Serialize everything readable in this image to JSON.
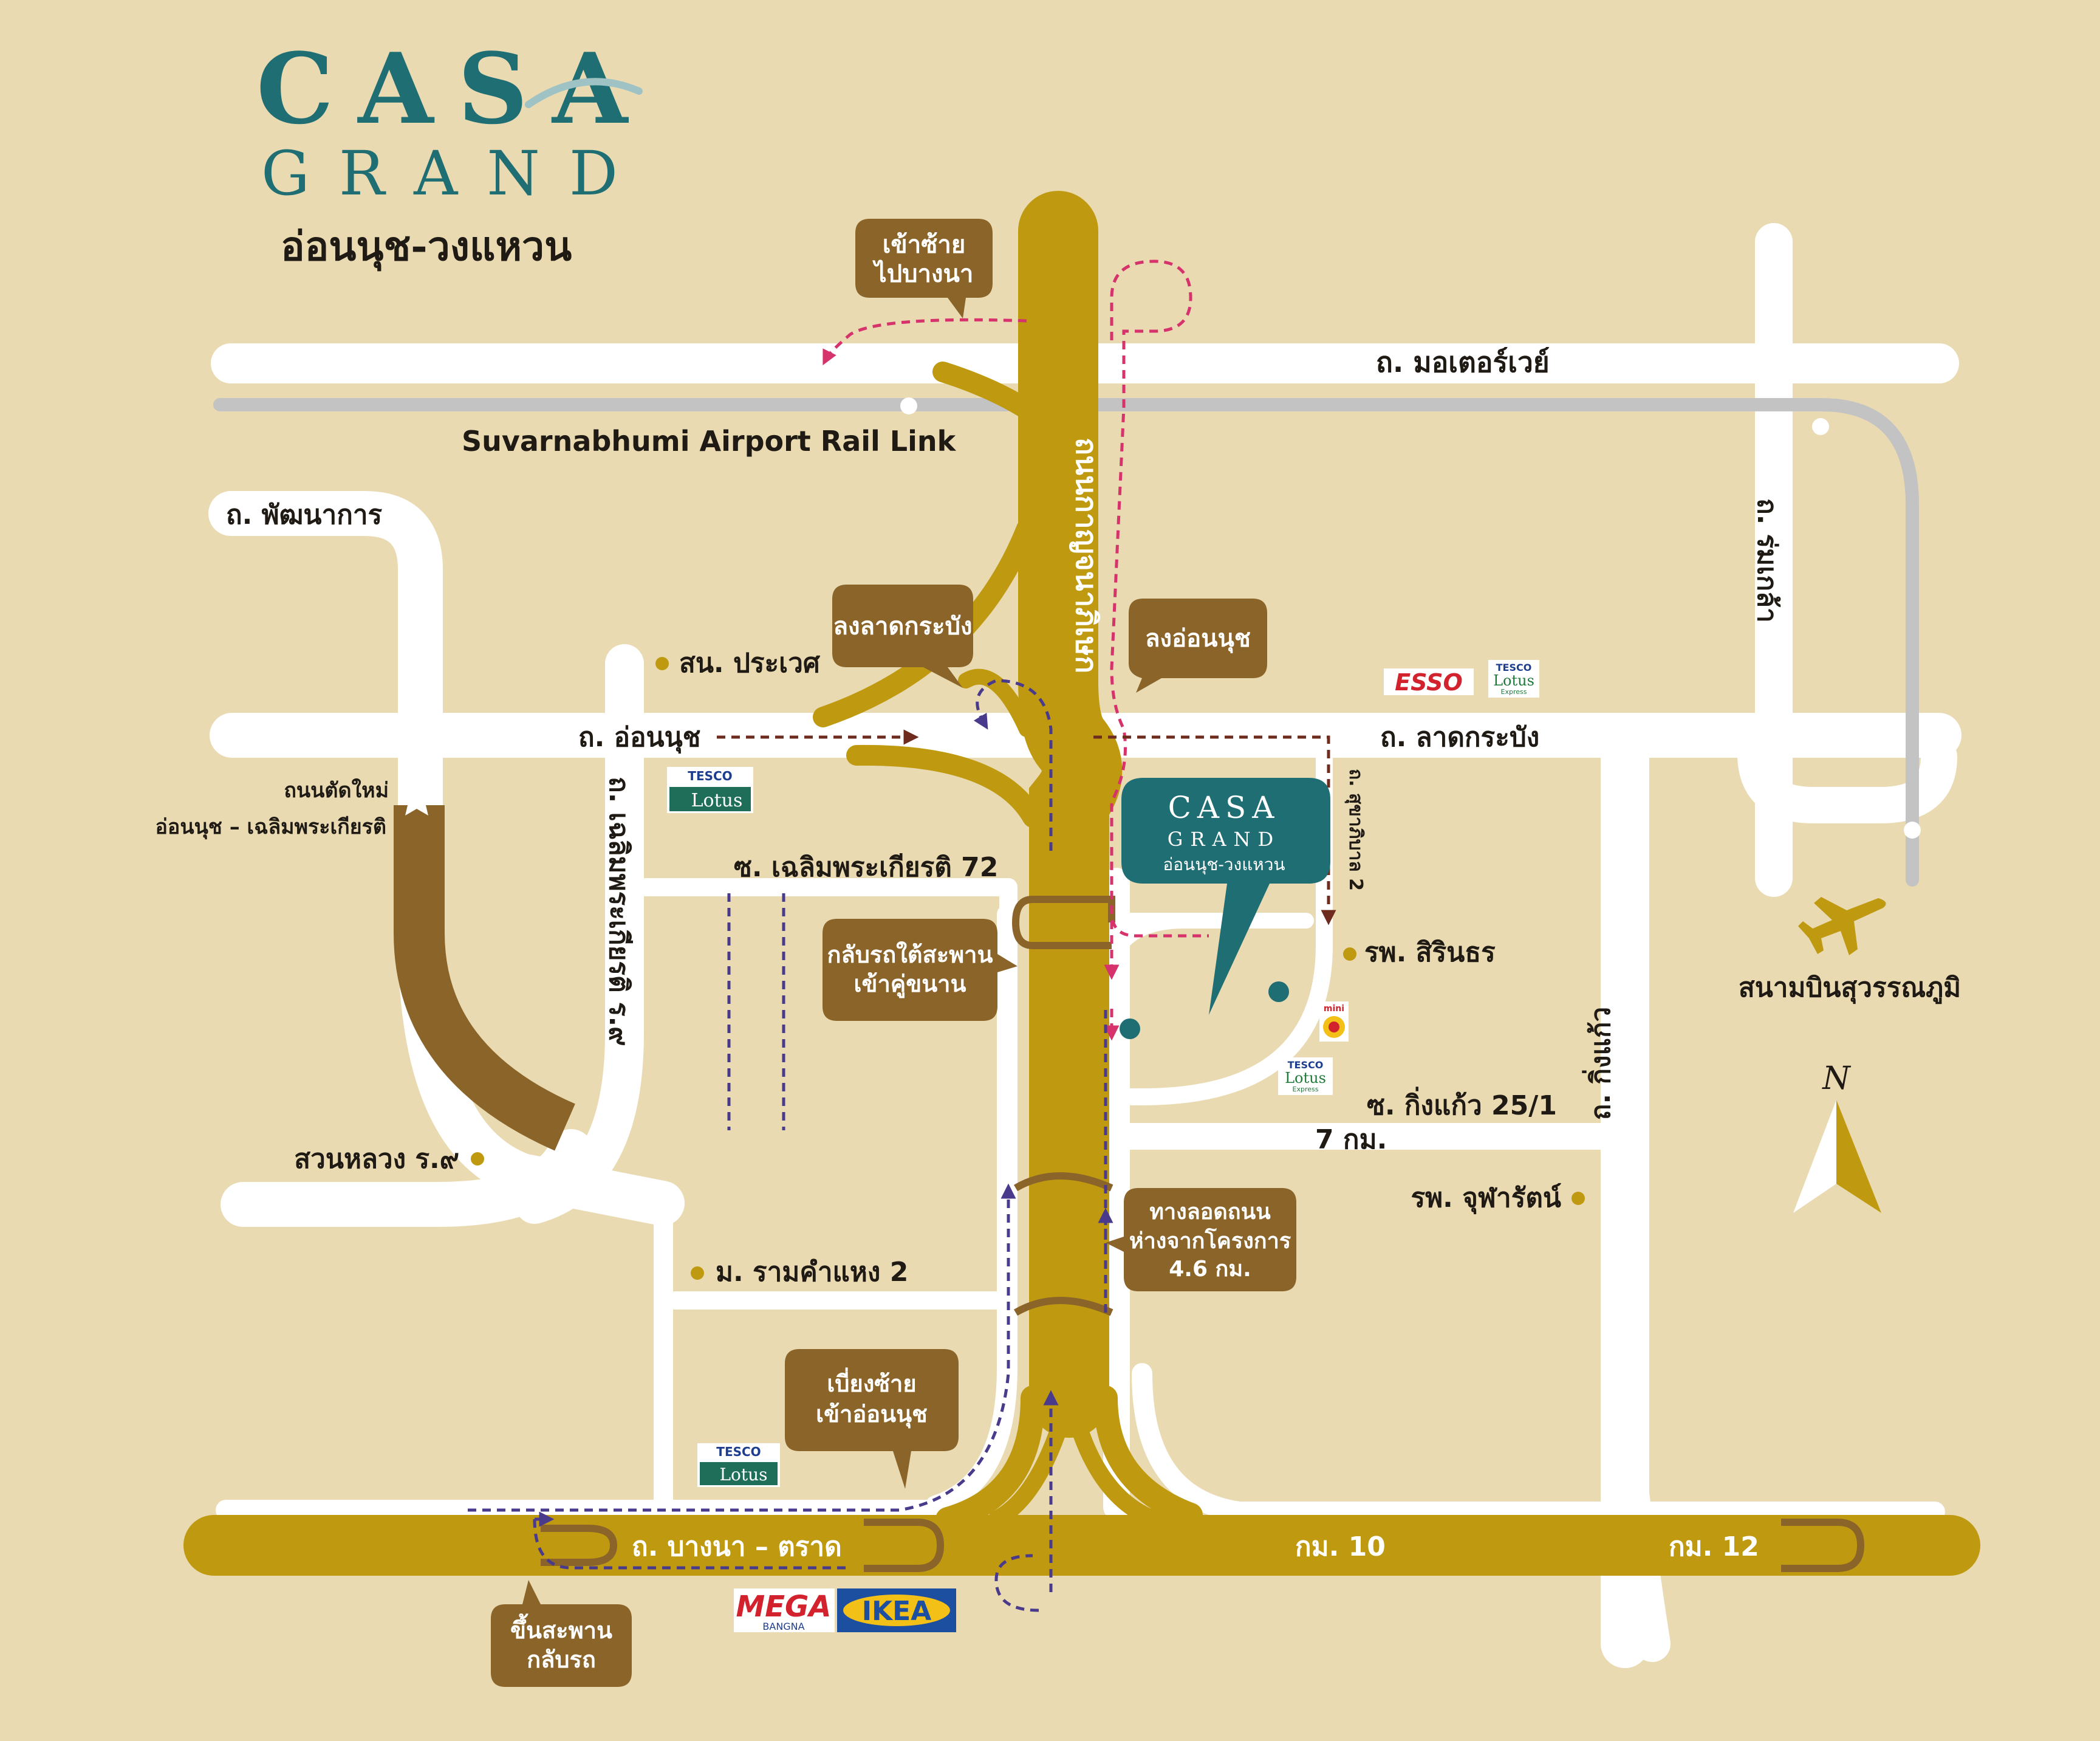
{
  "logo": {
    "brand_top": "CASA",
    "brand_bottom": "GRAND",
    "subtitle": "อ่อนนุช-วงแหวน"
  },
  "project_pin": {
    "brand_top": "CASA",
    "brand_bottom": "GRAND",
    "subtitle": "อ่อนนุช-วงแหวน"
  },
  "roads": {
    "motorway": "ถ. มอเตอร์เวย์",
    "rail_link": "Suvarnabhumi Airport Rail Link",
    "phatthanakan": "ถ. พัฒนาการ",
    "romklao": "ถ. ร่มเกล้า",
    "ring_road": "ถนนกาญจนาภิเษก",
    "on_nut": "ถ. อ่อนนุช",
    "lat_krabang": "ถ. ลาดกระบัง",
    "chaloem_r9": "ถ. เฉลิมพระเกียรติ ร.๙",
    "sukhaphiban2": "ถ. สุขาภิบาล 2",
    "soi_chaloem72": "ซ. เฉลิมพระเกียรติ 72",
    "soi_kingkaeo": "ซ. กิ่งแก้ว 25/1",
    "km7": "7 กม.",
    "kingkaeo": "ถ. กิ่งแก้ว",
    "bangna_trat": "ถ. บางนา – ตราด",
    "km10": "กม. 10",
    "km12": "กม. 12",
    "new_road_line1": "ถนนตัดใหม่",
    "new_road_line2": "อ่อนนุช – เฉลิมพระเกียรติ"
  },
  "places": {
    "prawet": "สน. ประเวศ",
    "sirindhorn": "รพ. สิรินธร",
    "suan_luang": "สวนหลวง ร.๙",
    "ramkhamhaeng2": "ม. รามคำแหง 2",
    "chularat": "รพ. จุฬารัตน์",
    "airport": "สนามบินสุวรรณภูมิ"
  },
  "callouts": {
    "left_bangna": [
      "เข้าซ้าย",
      "ไปบางนา"
    ],
    "down_lat_krabang": [
      "ลงลาดกระบัง"
    ],
    "down_on_nut": [
      "ลงอ่อนนุช"
    ],
    "u_turn_parallel": [
      "กลับรถใต้สะพาน",
      "เข้าคู่ขนาน"
    ],
    "underpass": [
      "ทางลอดถนน",
      "ห่างจากโครงการ",
      "4.6 กม."
    ],
    "veer_left": [
      "เบี่ยงซ้าย",
      "เข้าอ่อนนุช"
    ],
    "bridge_uturn": [
      "ขึ้นสะพาน",
      "กลับรถ"
    ]
  },
  "brands": {
    "esso": "ESSO",
    "tesco": "TESCO",
    "lotus": "Lotus",
    "express": "Express",
    "mini": "mini",
    "mega": "MEGA",
    "mega_sub": "BANGNA",
    "ikea": "IKEA"
  },
  "compass": {
    "north": "N"
  },
  "colors": {
    "background": "#e9dab2",
    "road": "#ffffff",
    "highway": "#bf9a10",
    "new_road": "#8a6428",
    "callout": "#8a6428",
    "teal": "#1f6e73",
    "rail": "#c3c3c3",
    "pink_route": "#d6336c",
    "purple_route": "#4a3a8c",
    "maroon_route": "#6e2c1e"
  }
}
